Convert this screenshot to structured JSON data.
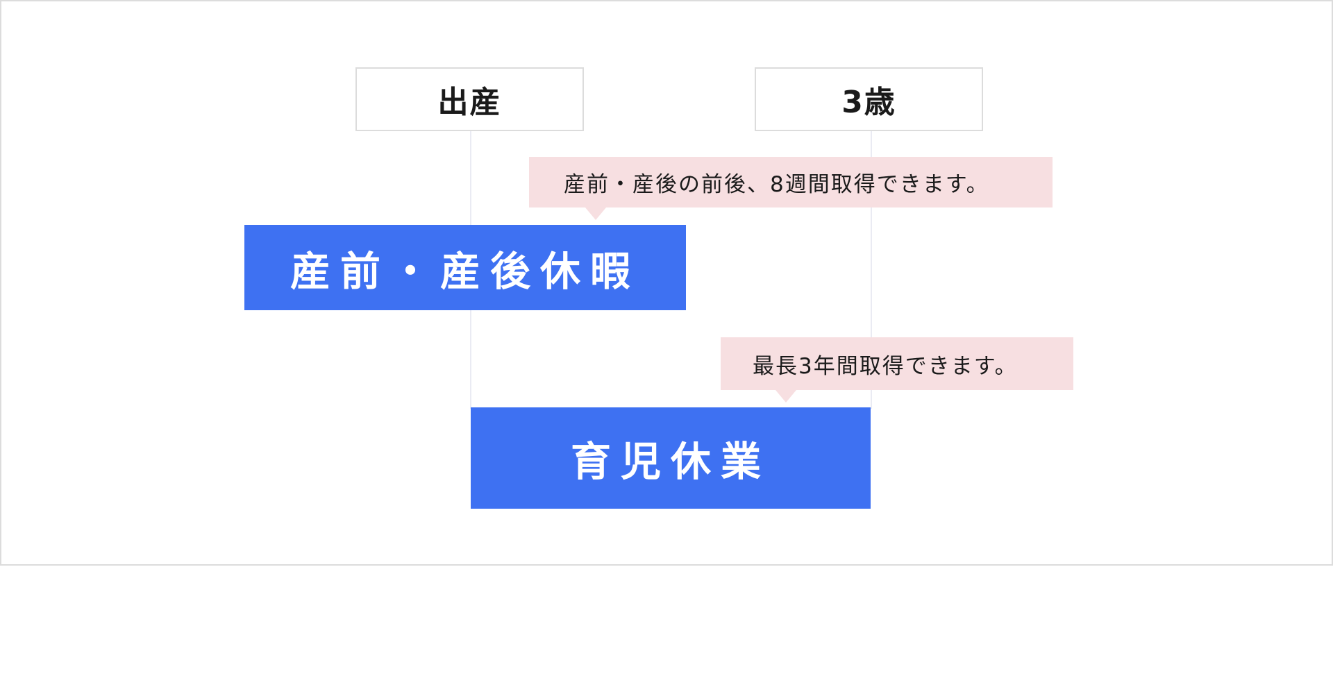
{
  "milestones": [
    {
      "label": "出産"
    },
    {
      "label": "3歳"
    }
  ],
  "callouts": [
    {
      "text": "産前・産後の前後、8週間取得できます。"
    },
    {
      "text": "最長3年間取得できます。"
    }
  ],
  "bars": [
    {
      "label": "産前・産後休暇"
    },
    {
      "label": "育児休業"
    }
  ],
  "colors": {
    "bar_blue": "#3e71f2",
    "callout_pink": "#f7dfe1",
    "border_gray": "#dcdcdc",
    "timeline_line": "#eaebf3"
  }
}
